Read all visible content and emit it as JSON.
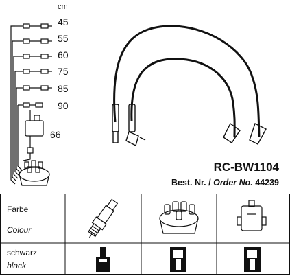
{
  "diagram": {
    "unit": "cm",
    "lengths": [
      "45",
      "55",
      "60",
      "75",
      "85",
      "90"
    ],
    "coil_length": "66",
    "part_number": "RC-BW1104",
    "order_label_de": "Best. Nr. /",
    "order_label_en": "Order No.",
    "order_number": "44239"
  },
  "table": {
    "header_de": "Farbe",
    "header_en": "Colour",
    "color_de": "schwarz",
    "color_en": "black",
    "columns": [
      "spark-plug-icon",
      "distributor-cap-icon",
      "ignition-coil-icon"
    ]
  },
  "colors": {
    "line": "#111111",
    "background": "#ffffff"
  }
}
